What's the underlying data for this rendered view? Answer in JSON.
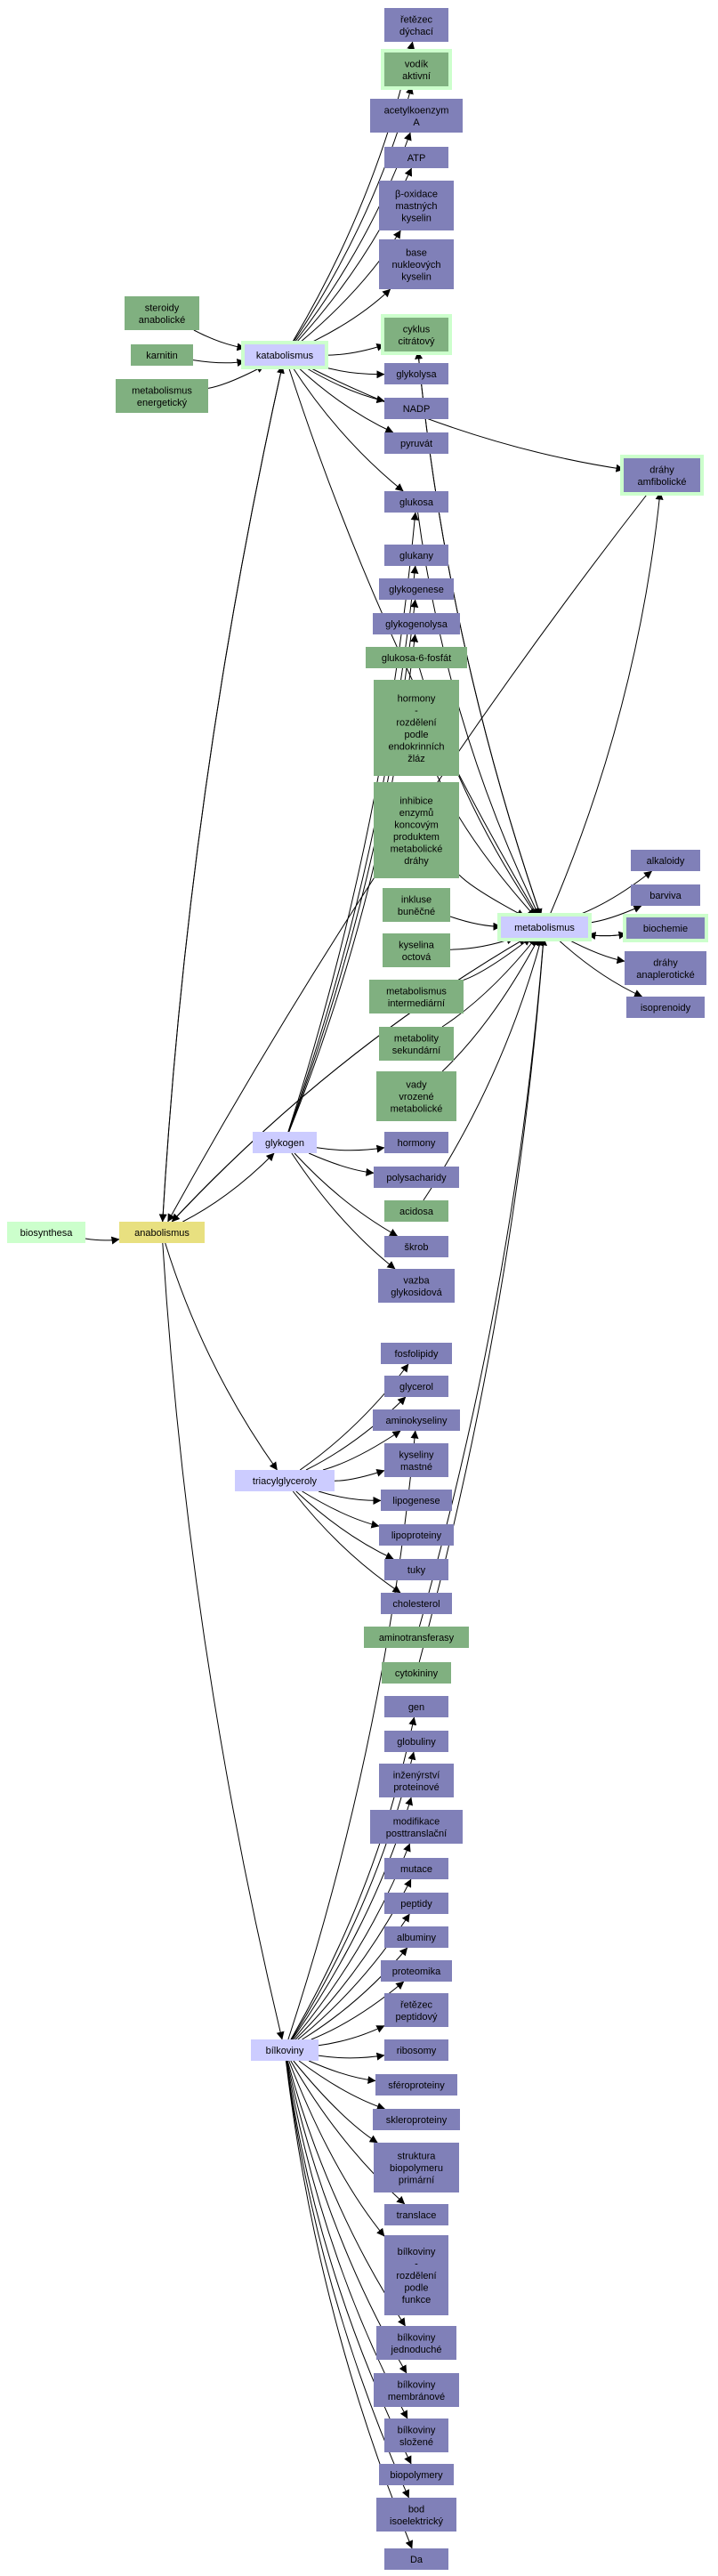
{
  "colors": {
    "slate": "#8080b8",
    "green": "#80b080",
    "lavender": "#ccccff",
    "yellow": "#e8e080",
    "mint": "#ccffcc",
    "highlight_border": "#ccffcc",
    "edge": "#000000"
  },
  "nodes": [
    {
      "id": "retezec-dychaci",
      "lines": [
        "řetězec",
        "dýchací"
      ],
      "style": "slate"
    },
    {
      "id": "vodik-aktivni",
      "lines": [
        "vodík",
        "aktivní"
      ],
      "style": "green",
      "highlight": true
    },
    {
      "id": "acetylkoenzym",
      "lines": [
        "acetylkoenzym",
        "A"
      ],
      "style": "slate"
    },
    {
      "id": "atp",
      "lines": [
        "ATP"
      ],
      "style": "slate"
    },
    {
      "id": "beta-oxidace",
      "lines": [
        "β-oxidace",
        "mastných",
        "kyselin"
      ],
      "style": "slate"
    },
    {
      "id": "base-nukleovych",
      "lines": [
        "base",
        "nukleových",
        "kyselin"
      ],
      "style": "slate"
    },
    {
      "id": "steroidy",
      "lines": [
        "steroidy",
        "anabolické"
      ],
      "style": "green"
    },
    {
      "id": "karnitin",
      "lines": [
        "karnitin"
      ],
      "style": "green"
    },
    {
      "id": "metabolismus-energeticky",
      "lines": [
        "metabolismus",
        "energetický"
      ],
      "style": "green"
    },
    {
      "id": "katabolismus",
      "lines": [
        "katabolismus"
      ],
      "style": "lavender",
      "highlight": true
    },
    {
      "id": "cyklus-citratovy",
      "lines": [
        "cyklus",
        "citrátový"
      ],
      "style": "green",
      "highlight": true
    },
    {
      "id": "glykolysa",
      "lines": [
        "glykolysa"
      ],
      "style": "slate"
    },
    {
      "id": "nadp",
      "lines": [
        "NADP"
      ],
      "style": "slate"
    },
    {
      "id": "pyruvat",
      "lines": [
        "pyruvát"
      ],
      "style": "slate"
    },
    {
      "id": "drahy-amfibolicke",
      "lines": [
        "dráhy",
        "amfibolické"
      ],
      "style": "slate",
      "highlight": true
    },
    {
      "id": "glukosa",
      "lines": [
        "glukosa"
      ],
      "style": "slate"
    },
    {
      "id": "glukany",
      "lines": [
        "glukany"
      ],
      "style": "slate"
    },
    {
      "id": "glykogenese",
      "lines": [
        "glykogenese"
      ],
      "style": "slate"
    },
    {
      "id": "glykogenolysa",
      "lines": [
        "glykogenolysa"
      ],
      "style": "slate"
    },
    {
      "id": "glukosa-6-fosfat",
      "lines": [
        "glukosa-6-fosfát"
      ],
      "style": "green"
    },
    {
      "id": "hormony-rozdeleni",
      "lines": [
        "hormony",
        "-",
        "rozdělení",
        "podle",
        "endokrinních",
        "žláz"
      ],
      "style": "green"
    },
    {
      "id": "inhibice-enzymu",
      "lines": [
        "inhibice",
        "enzymů",
        "koncovým",
        "produktem",
        "metabolické",
        "dráhy"
      ],
      "style": "green"
    },
    {
      "id": "alkaloidy",
      "lines": [
        "alkaloidy"
      ],
      "style": "slate"
    },
    {
      "id": "barviva",
      "lines": [
        "barviva"
      ],
      "style": "slate"
    },
    {
      "id": "inkluse-bunecne",
      "lines": [
        "inkluse",
        "buněčné"
      ],
      "style": "green"
    },
    {
      "id": "metabolismus",
      "lines": [
        "metabolismus"
      ],
      "style": "lavender",
      "highlight": true
    },
    {
      "id": "biochemie",
      "lines": [
        "biochemie"
      ],
      "style": "slate",
      "highlight": true
    },
    {
      "id": "kyselina-octova",
      "lines": [
        "kyselina",
        "octová"
      ],
      "style": "green"
    },
    {
      "id": "drahy-anaplerotike",
      "lines": [
        "dráhy",
        "anaplerotické"
      ],
      "style": "slate"
    },
    {
      "id": "isoprenoidy",
      "lines": [
        "isoprenoidy"
      ],
      "style": "slate"
    },
    {
      "id": "metabolismus-intermediarni",
      "lines": [
        "metabolismus",
        "intermediární"
      ],
      "style": "green"
    },
    {
      "id": "metabolity-sekundarni",
      "lines": [
        "metabolity",
        "sekundární"
      ],
      "style": "green"
    },
    {
      "id": "vady-vrozene",
      "lines": [
        "vady",
        "vrozené",
        "metabolické"
      ],
      "style": "green"
    },
    {
      "id": "glykogen",
      "lines": [
        "glykogen"
      ],
      "style": "lavender"
    },
    {
      "id": "hormony",
      "lines": [
        "hormony"
      ],
      "style": "slate"
    },
    {
      "id": "polysacharidy",
      "lines": [
        "polysacharidy"
      ],
      "style": "slate"
    },
    {
      "id": "acidosa",
      "lines": [
        "acidosa"
      ],
      "style": "green"
    },
    {
      "id": "biosynthesa",
      "lines": [
        "biosynthesa"
      ],
      "style": "mint"
    },
    {
      "id": "anabolismus",
      "lines": [
        "anabolismus"
      ],
      "style": "yellow"
    },
    {
      "id": "skrob",
      "lines": [
        "škrob"
      ],
      "style": "slate"
    },
    {
      "id": "vazba-glykosidova",
      "lines": [
        "vazba",
        "glykosidová"
      ],
      "style": "slate"
    },
    {
      "id": "fosfolipidy",
      "lines": [
        "fosfolipidy"
      ],
      "style": "slate"
    },
    {
      "id": "glycerol",
      "lines": [
        "glycerol"
      ],
      "style": "slate"
    },
    {
      "id": "aminokyseliny",
      "lines": [
        "aminokyseliny"
      ],
      "style": "slate"
    },
    {
      "id": "kyseliny-mastne",
      "lines": [
        "kyseliny",
        "mastné"
      ],
      "style": "slate"
    },
    {
      "id": "triacylglyceroly",
      "lines": [
        "triacylglyceroly"
      ],
      "style": "lavender"
    },
    {
      "id": "lipogenese",
      "lines": [
        "lipogenese"
      ],
      "style": "slate"
    },
    {
      "id": "lipoproteiny",
      "lines": [
        "lipoproteiny"
      ],
      "style": "slate"
    },
    {
      "id": "tuky",
      "lines": [
        "tuky"
      ],
      "style": "slate"
    },
    {
      "id": "cholesterol",
      "lines": [
        "cholesterol"
      ],
      "style": "slate"
    },
    {
      "id": "aminotransferasy",
      "lines": [
        "aminotransferasy"
      ],
      "style": "green"
    },
    {
      "id": "cytokininy",
      "lines": [
        "cytokininy"
      ],
      "style": "green"
    },
    {
      "id": "gen",
      "lines": [
        "gen"
      ],
      "style": "slate"
    },
    {
      "id": "globuliny",
      "lines": [
        "globuliny"
      ],
      "style": "slate"
    },
    {
      "id": "inzenyrstvi-proteinove",
      "lines": [
        "inženýrství",
        "proteinové"
      ],
      "style": "slate"
    },
    {
      "id": "modifikace-posttranslacni",
      "lines": [
        "modifikace",
        "posttranslační"
      ],
      "style": "slate"
    },
    {
      "id": "mutace",
      "lines": [
        "mutace"
      ],
      "style": "slate"
    },
    {
      "id": "peptidy",
      "lines": [
        "peptidy"
      ],
      "style": "slate"
    },
    {
      "id": "albuminy",
      "lines": [
        "albuminy"
      ],
      "style": "slate"
    },
    {
      "id": "proteomika",
      "lines": [
        "proteomika"
      ],
      "style": "slate"
    },
    {
      "id": "retezec-peptidovy",
      "lines": [
        "řetězec",
        "peptidový"
      ],
      "style": "slate"
    },
    {
      "id": "bilkoviny",
      "lines": [
        "bílkoviny"
      ],
      "style": "lavender"
    },
    {
      "id": "ribosomy",
      "lines": [
        "ribosomy"
      ],
      "style": "slate"
    },
    {
      "id": "sferoproteiny",
      "lines": [
        "sféroproteiny"
      ],
      "style": "slate"
    },
    {
      "id": "skleroproteiny",
      "lines": [
        "skleroproteiny"
      ],
      "style": "slate"
    },
    {
      "id": "struktura-biopolymeru",
      "lines": [
        "struktura",
        "biopolymeru",
        "primární"
      ],
      "style": "slate"
    },
    {
      "id": "translace",
      "lines": [
        "translace"
      ],
      "style": "slate"
    },
    {
      "id": "bilkoviny-rozdeleni",
      "lines": [
        "bílkoviny",
        "-",
        "rozdělení",
        "podle",
        "funkce"
      ],
      "style": "slate"
    },
    {
      "id": "bilkoviny-jednoduche",
      "lines": [
        "bílkoviny",
        "jednoduché"
      ],
      "style": "slate"
    },
    {
      "id": "bilkoviny-membranove",
      "lines": [
        "bílkoviny",
        "membránové"
      ],
      "style": "slate"
    },
    {
      "id": "bilkoviny-slozene",
      "lines": [
        "bílkoviny",
        "složené"
      ],
      "style": "slate"
    },
    {
      "id": "biopolymery",
      "lines": [
        "biopolymery"
      ],
      "style": "slate"
    },
    {
      "id": "bod-isoelektricky",
      "lines": [
        "bod",
        "isoelektrický"
      ],
      "style": "slate"
    },
    {
      "id": "da",
      "lines": [
        "Da"
      ],
      "style": "slate"
    }
  ],
  "edges": [
    [
      "katabolismus",
      "retezec-dychaci"
    ],
    [
      "katabolismus",
      "vodik-aktivni"
    ],
    [
      "katabolismus",
      "acetylkoenzym"
    ],
    [
      "katabolismus",
      "atp"
    ],
    [
      "katabolismus",
      "beta-oxidace"
    ],
    [
      "katabolismus",
      "base-nukleovych"
    ],
    [
      "katabolismus",
      "cyklus-citratovy"
    ],
    [
      "katabolismus",
      "glykolysa"
    ],
    [
      "katabolismus",
      "nadp"
    ],
    [
      "katabolismus",
      "pyruvat"
    ],
    [
      "katabolismus",
      "glukosa"
    ],
    [
      "katabolismus",
      "drahy-amfibolicke"
    ],
    [
      "katabolismus",
      "metabolismus"
    ],
    [
      "katabolismus",
      "anabolismus"
    ],
    [
      "steroidy",
      "katabolismus"
    ],
    [
      "karnitin",
      "katabolismus"
    ],
    [
      "metabolismus-energeticky",
      "katabolismus"
    ],
    [
      "cyklus-citratovy",
      "metabolismus"
    ],
    [
      "metabolismus",
      "cyklus-citratovy"
    ],
    [
      "metabolismus",
      "drahy-amfibolicke"
    ],
    [
      "drahy-amfibolicke",
      "anabolismus"
    ],
    [
      "glukosa",
      "metabolismus"
    ],
    [
      "glukosa-6-fosfat",
      "metabolismus"
    ],
    [
      "hormony-rozdeleni",
      "metabolismus"
    ],
    [
      "inhibice-enzymu",
      "metabolismus"
    ],
    [
      "inkluse-bunecne",
      "metabolismus"
    ],
    [
      "kyselina-octova",
      "metabolismus"
    ],
    [
      "metabolismus-intermediarni",
      "metabolismus"
    ],
    [
      "metabolity-sekundarni",
      "metabolismus"
    ],
    [
      "vady-vrozene",
      "metabolismus"
    ],
    [
      "acidosa",
      "metabolismus"
    ],
    [
      "aminotransferasy",
      "metabolismus"
    ],
    [
      "cytokininy",
      "metabolismus"
    ],
    [
      "metabolismus",
      "alkaloidy"
    ],
    [
      "metabolismus",
      "barviva"
    ],
    [
      "metabolismus",
      "biochemie"
    ],
    [
      "biochemie",
      "metabolismus"
    ],
    [
      "metabolismus",
      "drahy-anaplerotike"
    ],
    [
      "metabolismus",
      "isoprenoidy"
    ],
    [
      "metabolismus",
      "anabolismus"
    ],
    [
      "biosynthesa",
      "anabolismus"
    ],
    [
      "anabolismus",
      "katabolismus"
    ],
    [
      "anabolismus",
      "glykogen"
    ],
    [
      "anabolismus",
      "triacylglyceroly"
    ],
    [
      "anabolismus",
      "bilkoviny"
    ],
    [
      "anabolismus",
      "metabolismus"
    ],
    [
      "glykogen",
      "glukosa"
    ],
    [
      "glykogen",
      "glukany"
    ],
    [
      "glykogen",
      "glykogenese"
    ],
    [
      "glykogen",
      "glykogenolysa"
    ],
    [
      "glykogen",
      "hormony"
    ],
    [
      "glykogen",
      "polysacharidy"
    ],
    [
      "glykogen",
      "skrob"
    ],
    [
      "glykogen",
      "vazba-glykosidova"
    ],
    [
      "triacylglyceroly",
      "fosfolipidy"
    ],
    [
      "triacylglyceroly",
      "glycerol"
    ],
    [
      "triacylglyceroly",
      "aminokyseliny"
    ],
    [
      "triacylglyceroly",
      "kyseliny-mastne"
    ],
    [
      "triacylglyceroly",
      "lipogenese"
    ],
    [
      "triacylglyceroly",
      "lipoproteiny"
    ],
    [
      "triacylglyceroly",
      "tuky"
    ],
    [
      "triacylglyceroly",
      "cholesterol"
    ],
    [
      "bilkoviny",
      "aminokyseliny"
    ],
    [
      "bilkoviny",
      "gen"
    ],
    [
      "bilkoviny",
      "globuliny"
    ],
    [
      "bilkoviny",
      "inzenyrstvi-proteinove"
    ],
    [
      "bilkoviny",
      "modifikace-posttranslacni"
    ],
    [
      "bilkoviny",
      "mutace"
    ],
    [
      "bilkoviny",
      "peptidy"
    ],
    [
      "bilkoviny",
      "albuminy"
    ],
    [
      "bilkoviny",
      "proteomika"
    ],
    [
      "bilkoviny",
      "retezec-peptidovy"
    ],
    [
      "bilkoviny",
      "ribosomy"
    ],
    [
      "bilkoviny",
      "sferoproteiny"
    ],
    [
      "bilkoviny",
      "skleroproteiny"
    ],
    [
      "bilkoviny",
      "struktura-biopolymeru"
    ],
    [
      "bilkoviny",
      "translace"
    ],
    [
      "bilkoviny",
      "bilkoviny-rozdeleni"
    ],
    [
      "bilkoviny",
      "bilkoviny-jednoduche"
    ],
    [
      "bilkoviny",
      "bilkoviny-membranove"
    ],
    [
      "bilkoviny",
      "bilkoviny-slozene"
    ],
    [
      "bilkoviny",
      "biopolymery"
    ],
    [
      "bilkoviny",
      "bod-isoelektricky"
    ],
    [
      "bilkoviny",
      "da"
    ]
  ]
}
